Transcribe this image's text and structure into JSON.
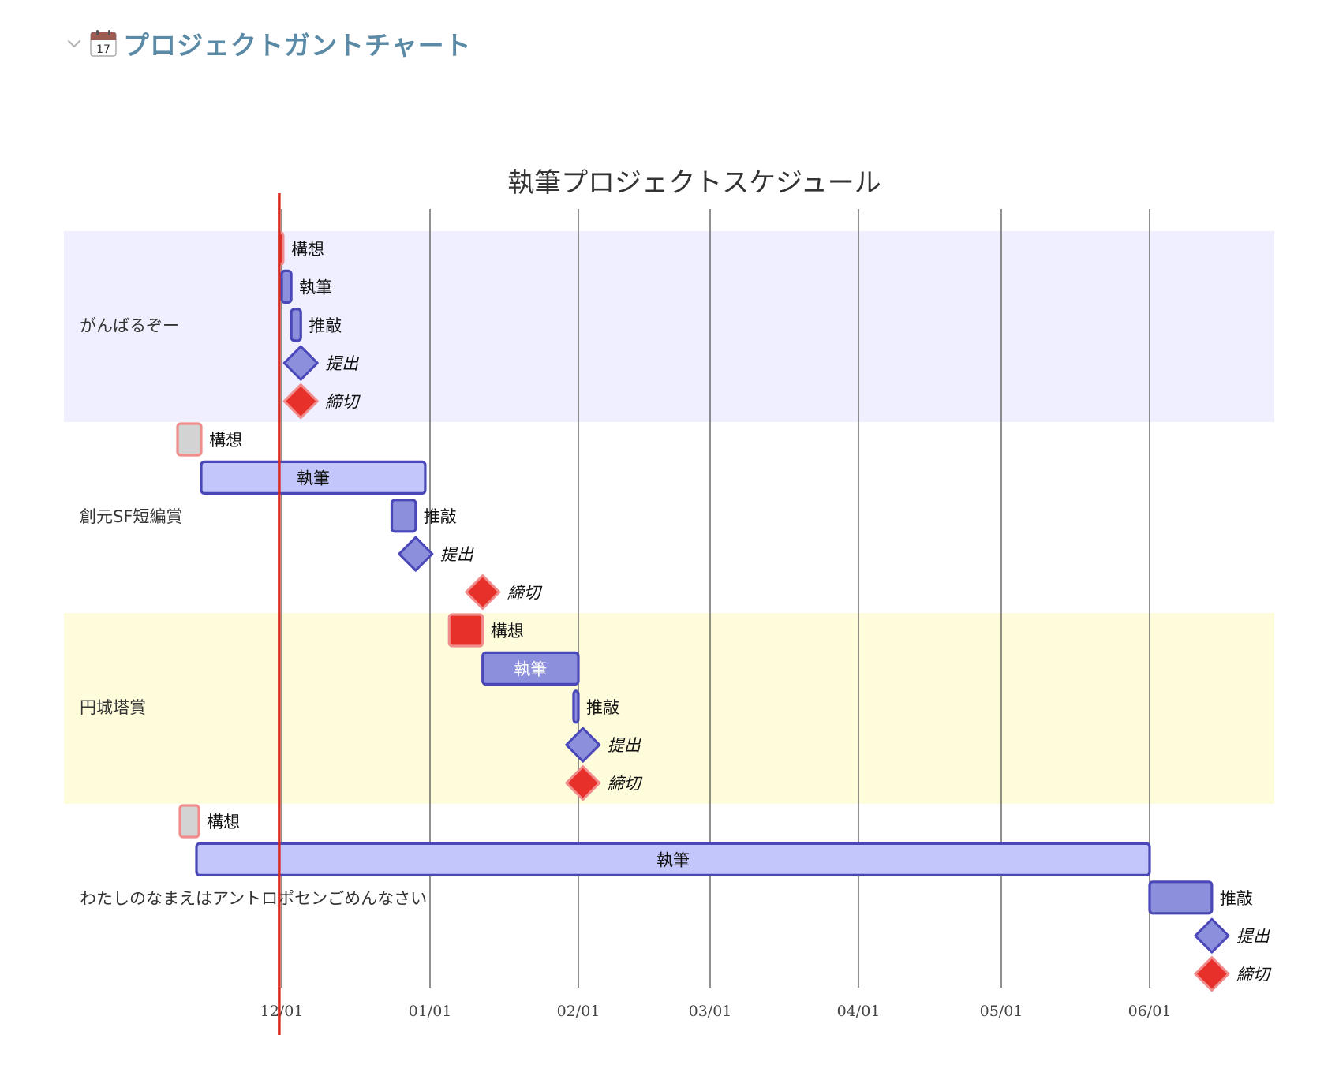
{
  "heading": {
    "icon": "calendar-icon",
    "text": "プロジェクトガントチャート",
    "toggle_icon": "chevron-down-icon",
    "color": "#5b8aa6"
  },
  "chart_data": {
    "type": "gantt",
    "title": "執筆プロジェクトスケジュール",
    "x_axis_ticks": [
      "12/01",
      "01/01",
      "02/01",
      "03/01",
      "04/01",
      "05/01",
      "06/01"
    ],
    "today_marker": "11/30",
    "colors": {
      "section_band_1": "#efefff",
      "section_band_3": "#fffcdc",
      "task_fill": "#8c8fdc",
      "task_fill_light": "#c3c6fa",
      "task_stroke": "#4a47b8",
      "crit_fill": "#e8302b",
      "crit_stroke": "#f08c8c",
      "pending_fill": "#d3d3d3",
      "today_line": "#d92c20"
    },
    "sections": [
      {
        "name": "がんばるぞー",
        "tasks": [
          {
            "label": "構想",
            "start": "11/30",
            "end": "12/01",
            "style": "crit",
            "kind": "bar"
          },
          {
            "label": "執筆",
            "start": "12/01",
            "end": "12/03",
            "style": "active",
            "kind": "bar"
          },
          {
            "label": "推敲",
            "start": "12/03",
            "end": "12/05",
            "style": "active",
            "kind": "bar"
          },
          {
            "label": "提出",
            "start": "12/05",
            "end": "12/05",
            "style": "active",
            "kind": "milestone"
          },
          {
            "label": "締切",
            "start": "12/05",
            "end": "12/05",
            "style": "crit",
            "kind": "milestone"
          }
        ]
      },
      {
        "name": "創元SF短編賞",
        "tasks": [
          {
            "label": "構想",
            "start": "10/19",
            "end": "10/29",
            "style": "pending",
            "kind": "bar"
          },
          {
            "label": "執筆",
            "start": "10/29",
            "end": "12/31",
            "style": "future",
            "kind": "bar"
          },
          {
            "label": "推敲",
            "start": "12/24",
            "end": "12/29",
            "style": "active",
            "kind": "bar"
          },
          {
            "label": "提出",
            "start": "12/29",
            "end": "12/29",
            "style": "active",
            "kind": "milestone"
          },
          {
            "label": "締切",
            "start": "01/12",
            "end": "01/12",
            "style": "crit",
            "kind": "milestone"
          }
        ]
      },
      {
        "name": "円城塔賞",
        "tasks": [
          {
            "label": "構想",
            "start": "01/05",
            "end": "01/12",
            "style": "crit",
            "kind": "bar"
          },
          {
            "label": "執筆",
            "start": "01/12",
            "end": "02/01",
            "style": "active",
            "kind": "bar"
          },
          {
            "label": "推敲",
            "start": "01/31",
            "end": "02/01",
            "style": "active",
            "kind": "bar"
          },
          {
            "label": "提出",
            "start": "02/02",
            "end": "02/02",
            "style": "active",
            "kind": "milestone"
          },
          {
            "label": "締切",
            "start": "02/02",
            "end": "02/02",
            "style": "crit",
            "kind": "milestone"
          }
        ]
      },
      {
        "name": "わたしのなまえはアントロポセンごめんなさい",
        "tasks": [
          {
            "label": "構想",
            "start": "10/20",
            "end": "10/28",
            "style": "pending",
            "kind": "bar"
          },
          {
            "label": "執筆",
            "start": "10/27",
            "end": "06/01",
            "style": "future",
            "kind": "bar"
          },
          {
            "label": "推敲",
            "start": "06/01",
            "end": "06/14",
            "style": "active",
            "kind": "bar"
          },
          {
            "label": "提出",
            "start": "06/14",
            "end": "06/14",
            "style": "active",
            "kind": "milestone"
          },
          {
            "label": "締切",
            "start": "06/14",
            "end": "06/14",
            "style": "crit",
            "kind": "milestone"
          }
        ]
      }
    ]
  }
}
